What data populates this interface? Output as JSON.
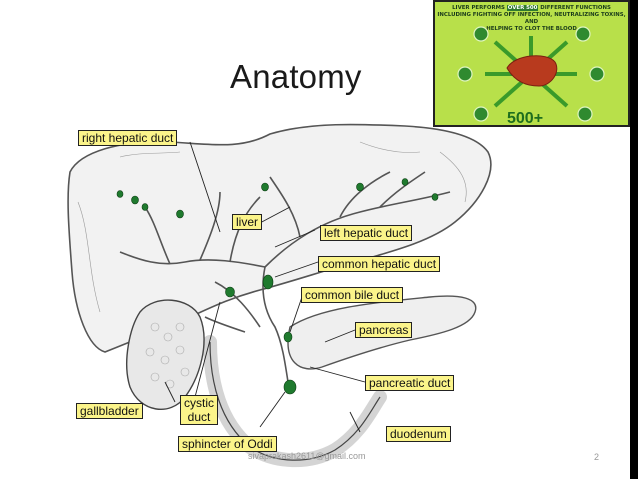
{
  "slide": {
    "title": "Anatomy",
    "footer_email": "sivaprakash2611@gmail.com",
    "page_number": "2"
  },
  "inset": {
    "line1_pre": "LIVER PERFORMS ",
    "line1_highlight": "OVER 500",
    "line1_post": " DIFFERENT FUNCTIONS",
    "line2": "INCLUDING FIGHTING OFF INFECTION, NEUTRALIZING TOXINS, AND",
    "line3": "HELPING TO CLOT THE BLOOD",
    "count": "500+",
    "colors": {
      "background": "#b8e04a",
      "arrow": "#3a9a2a",
      "gear": "#2f8a2f",
      "liver": "#b83a1e"
    }
  },
  "diagram": {
    "labels": {
      "right_hepatic_duct": "right hepatic duct",
      "liver": "liver",
      "left_hepatic_duct": "left hepatic duct",
      "common_hepatic_duct": "common hepatic duct",
      "common_bile_duct": "common bile duct",
      "pancreas": "pancreas",
      "pancreatic_duct": "pancreatic duct",
      "gallbladder": "gallbladder",
      "cystic_duct_line1": "cystic",
      "cystic_duct_line2": "duct",
      "sphincter_of_oddi": "sphincter of Oddi",
      "duodenum": "duodenum"
    },
    "colors": {
      "label_fill": "#fbf48a",
      "node": "#1f7a2e",
      "outline": "#444444"
    }
  }
}
